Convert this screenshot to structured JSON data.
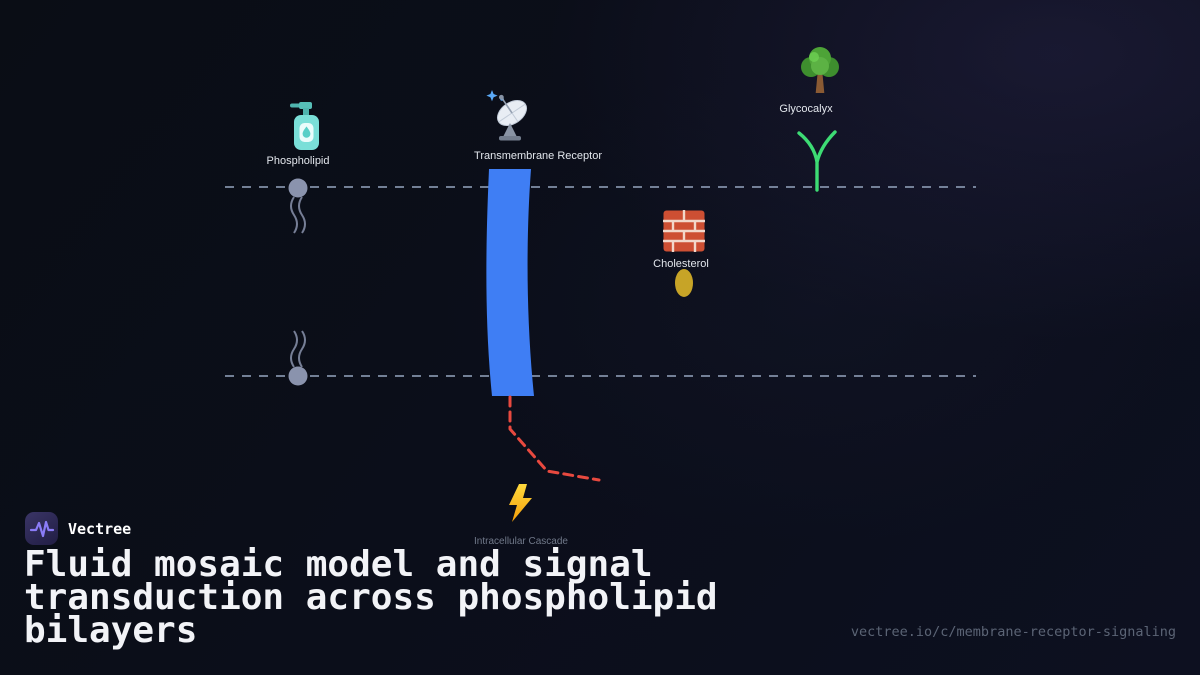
{
  "brand": {
    "name": "Vectree",
    "logo_icon": "pulse-waveform-icon"
  },
  "title": "Fluid mosaic model and signal transduction across phospholipid bilayers",
  "footer": {
    "url": "vectree.io/c/membrane-receptor-signaling"
  },
  "diagram": {
    "labels": {
      "phospholipid": "Phospholipid",
      "transmembrane_receptor": "Transmembrane Receptor",
      "glycocalyx": "Glycocalyx",
      "cholesterol": "Cholesterol",
      "intracellular_cascade": "Intracellular Cascade"
    },
    "icons": {
      "phospholipid": "lotion-bottle-icon",
      "transmembrane_receptor": "satellite-dish-icon",
      "glycocalyx": "deciduous-tree-icon",
      "cholesterol": "brick-wall-icon",
      "intracellular_cascade": "lightning-bolt-icon",
      "brand": "pulse-waveform-icon"
    },
    "colors": {
      "receptor_blue": "#3f7ef4",
      "glycocalyx_green": "#3ddc74",
      "cascade_red": "#e8493f",
      "cholesterol_yellow": "#c7a427",
      "phospholipid_gray": "#8a93ad",
      "membrane_line": "#8d9cb5",
      "accent_purple": "#8b7cf8",
      "background": "#0b0e18"
    }
  }
}
